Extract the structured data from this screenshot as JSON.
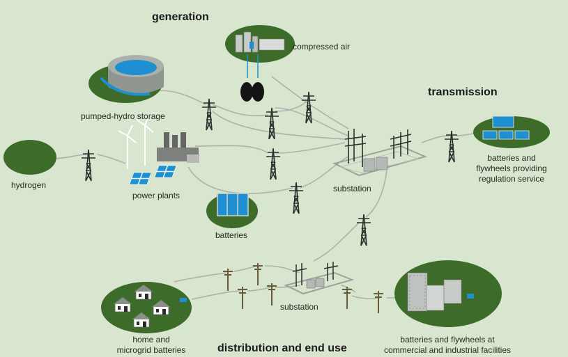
{
  "headers": {
    "generation": "generation",
    "transmission": "transmission",
    "distribution": "distribution and end use"
  },
  "labels": {
    "compressed_air": "compressed air",
    "pumped_hydro": "pumped-hydro storage",
    "hydrogen": "hydrogen",
    "power_plants": "power plants",
    "batteries": "batteries",
    "substation_top": "substation",
    "regulation_line1": "batteries and",
    "regulation_line2": "flywheels providing",
    "regulation_line3": "regulation service",
    "substation_bottom": "substation",
    "home_line1": "home and",
    "home_line2": "microgrid batteries",
    "commercial_line1": "batteries and flywheels at",
    "commercial_line2": "commercial and industrial facilities"
  },
  "colors": {
    "background": "#d9e6cf",
    "ellipse_green": "#3d6b2a",
    "accent_blue": "#1e8fd0",
    "line_gray": "#a9b3a9",
    "tower": "#2b2f2b"
  }
}
